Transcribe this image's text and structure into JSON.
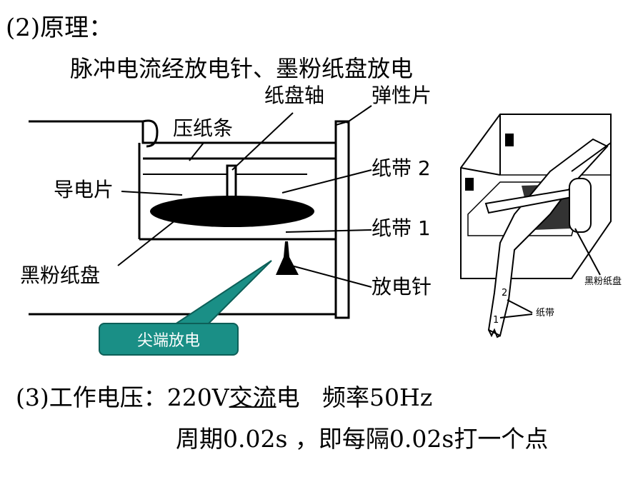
{
  "heading": "(2)原理：",
  "principle": "脉冲电流经放电针、墨粉纸盘放电",
  "left_diagram": {
    "labels": {
      "paper_disc_axis": "纸盘轴",
      "elastic_piece": "弹性片",
      "pressing_strip": "压纸条",
      "tape_2": "纸带 2",
      "conductive_piece": "导电片",
      "tape_1": "纸带 1",
      "toner_disc": "黑粉纸盘",
      "discharge_needle": "放电针"
    },
    "callout": "尖端放电"
  },
  "right_diagram": {
    "labels": {
      "toner_disc": "黑粉纸盘",
      "tape": "纸带",
      "mark_2": "2",
      "mark_1": "1"
    }
  },
  "voltage_line": {
    "prefix": "(3)工作电压：220V",
    "ac": "交流",
    "suffix": "电   频率50Hz"
  },
  "period_line": "周期0.02s ，即每隔0.02s打一个点",
  "colors": {
    "callout_bg": "#1a8f86",
    "ink": "#000000"
  }
}
